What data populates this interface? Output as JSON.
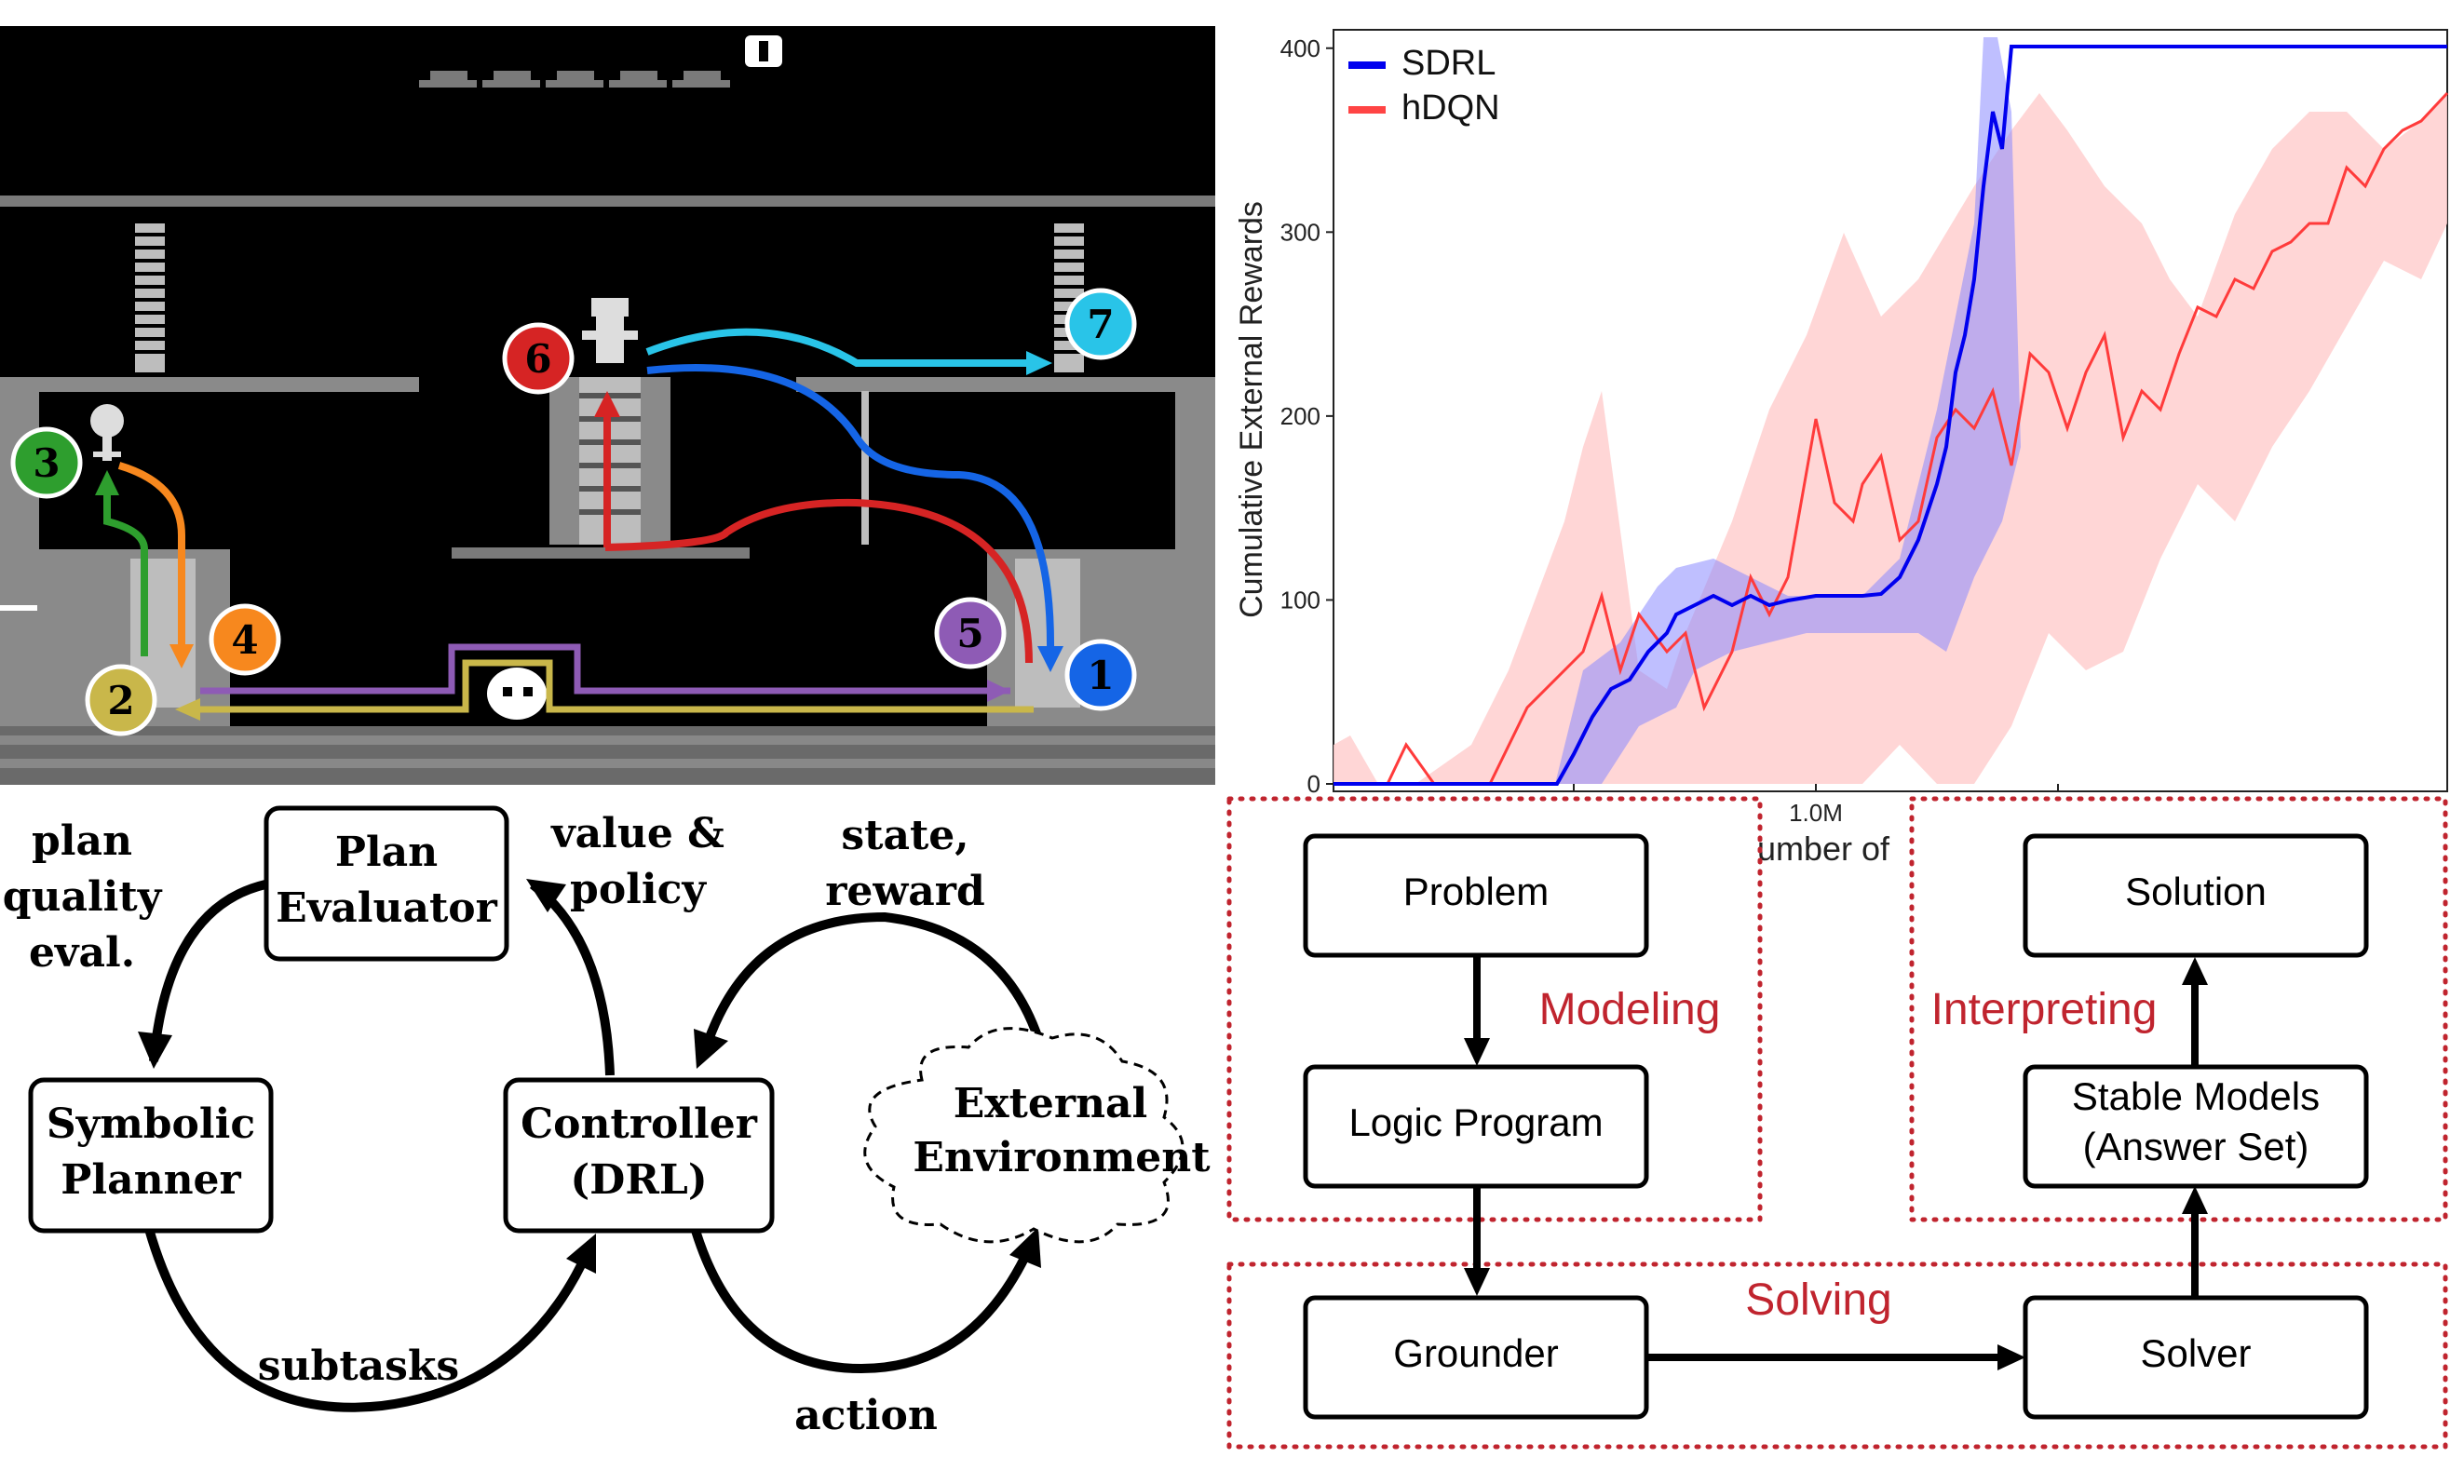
{
  "game": {
    "markers": [
      {
        "label": "1",
        "color": "#1565e6"
      },
      {
        "label": "2",
        "color": "#c9b74a"
      },
      {
        "label": "3",
        "color": "#2e9e2e"
      },
      {
        "label": "4",
        "color": "#f7881e"
      },
      {
        "label": "5",
        "color": "#8e5bb5"
      },
      {
        "label": "6",
        "color": "#d62424"
      },
      {
        "label": "7",
        "color": "#29c4e8"
      }
    ]
  },
  "chart_data": {
    "type": "line",
    "xlabel": "umber of",
    "ylabel": "Cumulative External Rewards",
    "ylim": [
      0,
      410
    ],
    "yticks": [
      "0",
      "100",
      "200",
      "300",
      "400"
    ],
    "xticks": [
      "1.0M"
    ],
    "legend": "top-left",
    "series": [
      {
        "name": "SDRL",
        "color": "#0000ee"
      },
      {
        "name": "hDQN",
        "color": "#ff4444"
      }
    ]
  },
  "cycle": {
    "nodes": {
      "plan_evaluator": [
        "Plan",
        "Evaluator"
      ],
      "symbolic_planner": [
        "Symbolic",
        "Planner"
      ],
      "controller": [
        "Controller",
        "(DRL)"
      ],
      "environment": [
        "External",
        "Environment"
      ]
    },
    "labels": {
      "plan_quality": [
        "plan",
        "quality",
        "eval."
      ],
      "value_policy": [
        "value &",
        "policy"
      ],
      "state_reward": [
        "state,",
        "reward"
      ],
      "subtasks": "subtasks",
      "action": "action"
    }
  },
  "asp": {
    "boxes": {
      "problem": "Problem",
      "logic_program": "Logic Program",
      "grounder": "Grounder",
      "solution": "Solution",
      "stable_models": [
        "Stable Models",
        "(Answer Set)"
      ],
      "solver": "Solver"
    },
    "groups": {
      "modeling": "Modeling",
      "interpreting": "Interpreting",
      "solving": "Solving"
    },
    "group_color": "#c0242e"
  }
}
